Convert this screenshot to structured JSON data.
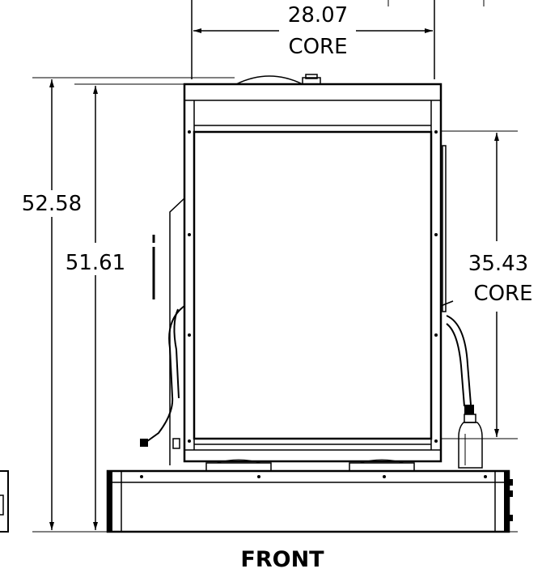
{
  "view": {
    "title": "FRONT"
  },
  "dimensions": {
    "core_width": {
      "value": "28.07",
      "label": "CORE"
    },
    "overall_height": {
      "value": "52.58"
    },
    "frame_height": {
      "value": "51.61"
    },
    "core_height": {
      "value": "35.43",
      "label": "CORE"
    }
  }
}
